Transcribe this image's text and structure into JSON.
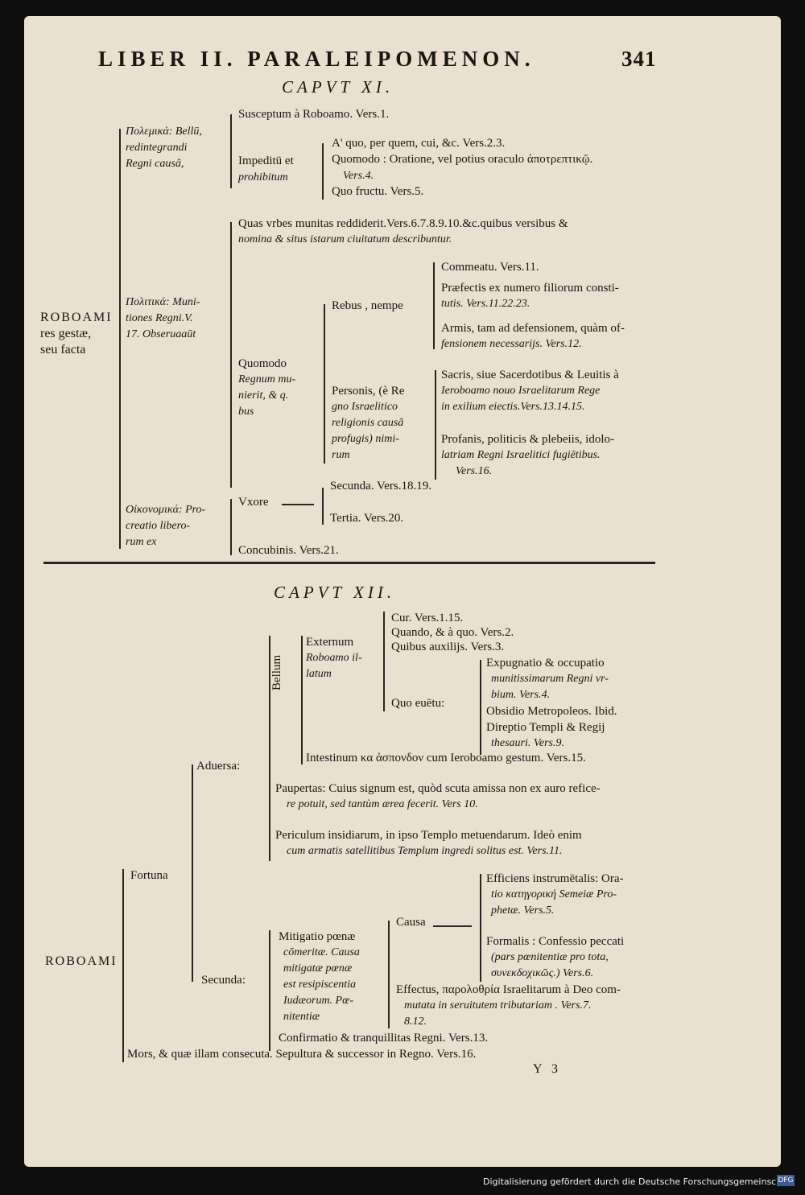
{
  "header": {
    "title": "LIBER II. PARALEIPOMENON.",
    "page_number": "341"
  },
  "cap11": {
    "title": "CAPVT XI.",
    "root": [
      "ROBOAMI",
      "res gestæ,",
      "seu facta"
    ],
    "war": {
      "label": [
        "Πολεμικά: Bellū,",
        "redintegrandi",
        "Regni causâ,"
      ],
      "susceptum": "Susceptum à Roboamo. Vers.1.",
      "impeditum": [
        "Impeditū et",
        "prohibitum"
      ],
      "items": [
        "A' quo, per quem, cui, &c. Vers.2.3.",
        "Quomodo : Oratione, vel potius oraculo ἀποτρεπτικῷ.",
        "Vers.4.",
        "Quo fructu. Vers.5."
      ]
    },
    "pol": {
      "label": [
        "Πολιτικά: Muni-",
        "tiones Regni.V.",
        "17. Obseruaaūt"
      ],
      "quas": [
        "Quas vrbes munitas reddiderit.Vers.6.7.8.9.10.&c.quibus versibus &",
        "nomina & situs istarum ciuitatum describuntur."
      ],
      "quomodo": [
        "Quomodo",
        "Regnum mu-",
        "nierit, & q.",
        "bus"
      ],
      "rebus": "Rebus , nempe",
      "rebus_items": [
        "Commeatu. Vers.11.",
        "Præfectis ex numero filiorum consti-",
        "tutis. Vers.11.22.23.",
        "Armis, tam ad defensionem, quàm of-",
        "fensionem necessarijs. Vers.12."
      ],
      "personis": [
        "Personis, (è Re",
        "gno Israelitico",
        "religionis causâ",
        "profugis) nimi-",
        "rum"
      ],
      "personis_items": [
        "Sacris, siue Sacerdotibus & Leuitis à",
        "Ieroboamo nouo Israelitarum Rege",
        "in exilium eiectis.Vers.13.14.15.",
        "Profanis, politicis & plebeiis, idolo-",
        "latriam Regni Israelitici fugiētibus.",
        "Vers.16."
      ]
    },
    "oik": {
      "label": [
        "Οἰκονομικά: Pro-",
        "creatio libero-",
        "rum ex"
      ],
      "vxore": "Vxore",
      "secunda": "Secunda. Vers.18.19.",
      "tertia": "Tertia. Vers.20.",
      "concubinis": "Concubinis. Vers.21."
    }
  },
  "cap12": {
    "title": "CAPVT XII.",
    "root": "ROBOAMI",
    "fortuna": "Fortuna",
    "aduersa": "Aduersa:",
    "bellum": "Bellum",
    "externum": [
      "Externum",
      "Roboamo il-",
      "latum"
    ],
    "ext_items": [
      "Cur. Vers.1.15.",
      "Quando, & à quo. Vers.2.",
      "Quibus auxilijs. Vers.3."
    ],
    "quo": "Quo euētu:",
    "quo_items": [
      "Expugnatio & occupatio",
      "munitissimarum Regni vr-",
      "bium. Vers.4.",
      "Obsidio Metropoleos. Ibid.",
      "Direptio Templi & Regij",
      "thesauri. Vers.9."
    ],
    "intestinum": "Intestinum κα ἀσπονδον cum Ieroboamo gestum. Vers.15.",
    "paupertas": [
      "Paupertas: Cuius signum est, quòd scuta amissa non ex auro refice-",
      "re potuit, sed tantùm ærea fecerit. Vers 10."
    ],
    "periculum": [
      "Periculum insidiarum, in ipso Templo metuendarum. Ideò enim",
      "cum armatis satellitibus Templum ingredi solitus est. Vers.11."
    ],
    "secunda": "Secunda:",
    "mitigatio": [
      "Mitigatio pœnæ",
      "cōmeritæ. Causa",
      "mitigatæ pœnæ",
      "est resipiscentia",
      "Iudæorum. Pœ-",
      "nitentiæ"
    ],
    "causa": "Causa",
    "efficiens": [
      "Efficiens instrumētalis: Ora-",
      "tio κατηγορική Semeiæ Pro-",
      "phetæ. Vers.5."
    ],
    "formalis": [
      "Formalis : Confessio peccati",
      "(pars pœnitentiæ pro tota,",
      "συνεκδοχικῶς.) Vers.6."
    ],
    "effectus": [
      "Effectus, παρολοθρία Israelitarum à Deo com-",
      "mutata in seruitutem tributariam . Vers.7.",
      "8.12."
    ],
    "confirmatio": "Confirmatio & tranquillitas Regni. Vers.13.",
    "mors": "Mors, & quæ illam consecuta. Sepultura & successor in Regno. Vers.16."
  },
  "signature": "Y 3",
  "footer": "Digitalisierung gefördert durch die Deutsche Forschungsgemeinschaft",
  "footer_logo": "DFG"
}
